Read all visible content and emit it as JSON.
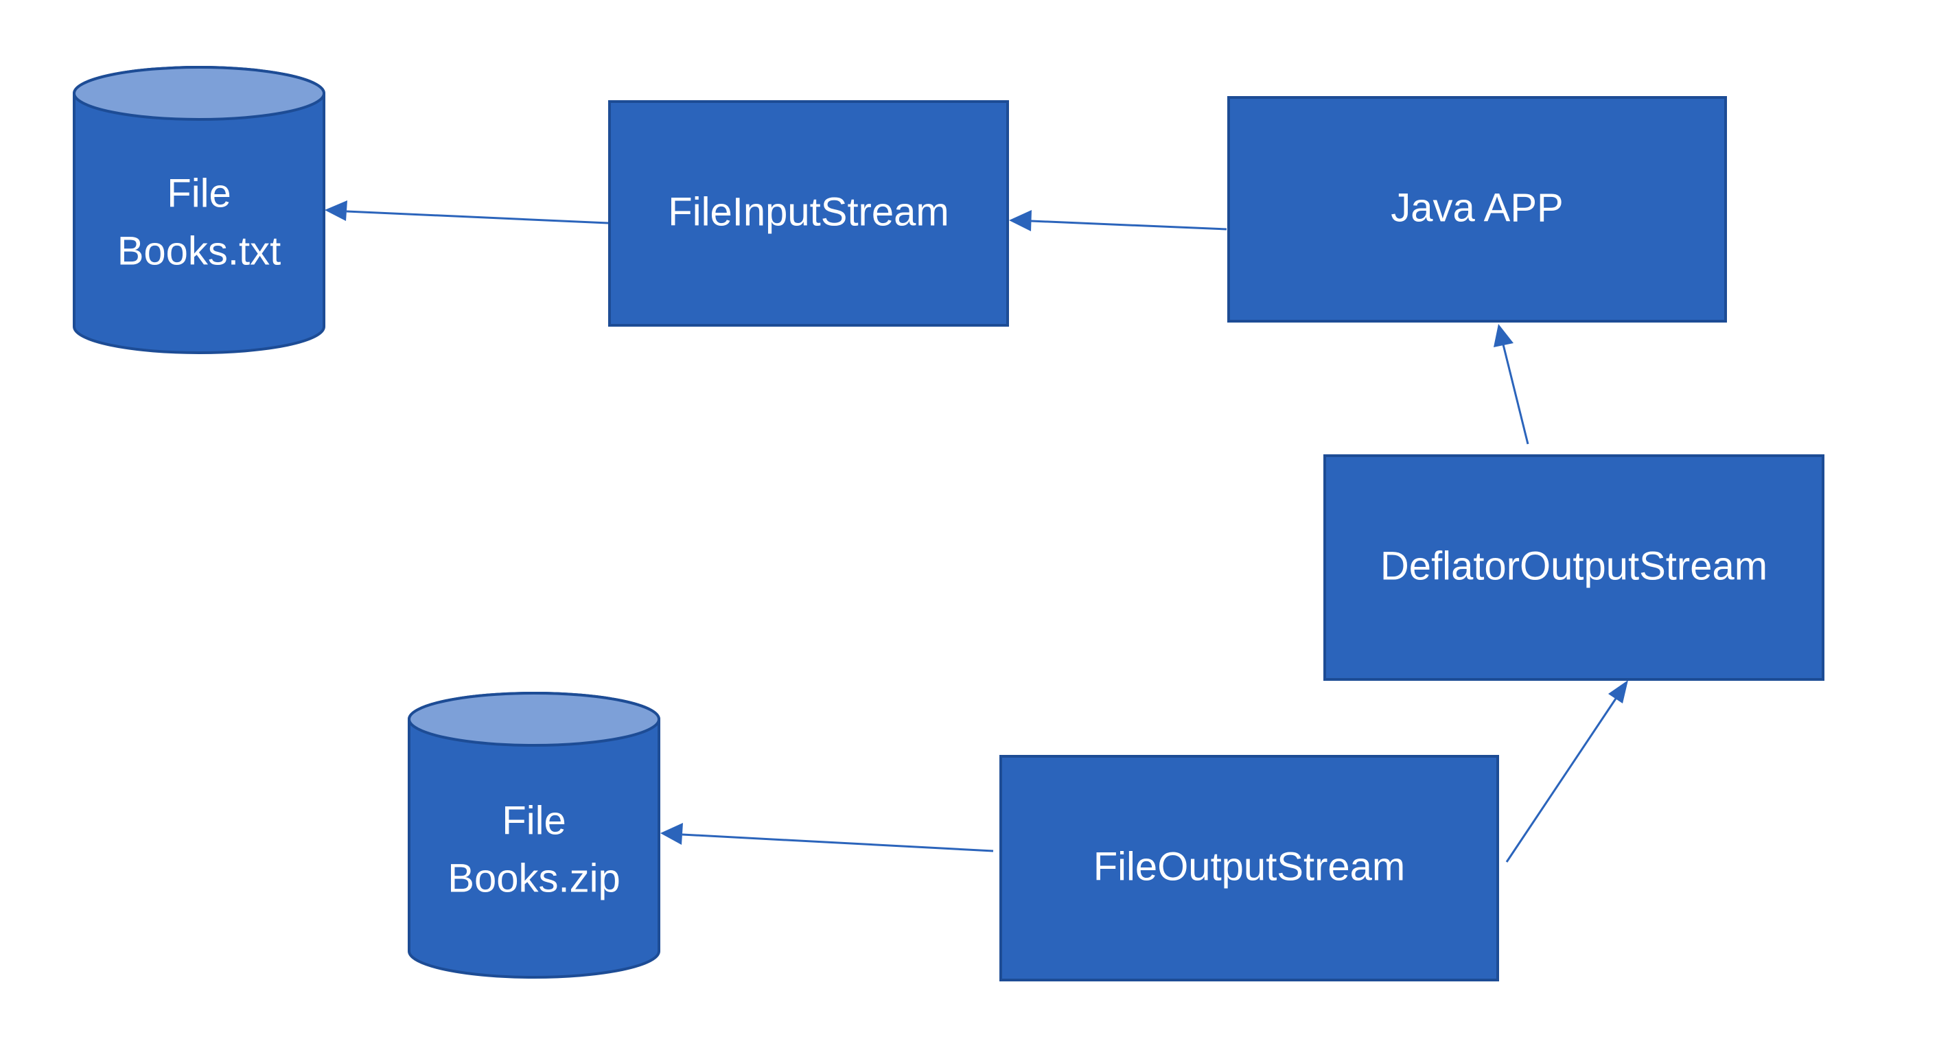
{
  "nodes": {
    "file_txt": {
      "line1": "File",
      "line2": "Books.txt"
    },
    "file_input_stream": {
      "label": "FileInputStream"
    },
    "java_app": {
      "label": "Java APP"
    },
    "deflator_output_stream": {
      "label": "DeflatorOutputStream"
    },
    "file_output_stream": {
      "label": "FileOutputStream"
    },
    "file_zip": {
      "line1": "File",
      "line2": "Books.zip"
    }
  },
  "colors": {
    "box_fill": "#2b64bb",
    "box_border": "#1d4c95",
    "cylinder_top": "#7da0d8",
    "arrow": "#2b64bb",
    "text": "#ffffff"
  },
  "edges": [
    {
      "from": "file_input_stream",
      "to": "file_txt"
    },
    {
      "from": "java_app",
      "to": "file_input_stream"
    },
    {
      "from": "deflator_output_stream",
      "to": "java_app"
    },
    {
      "from": "file_output_stream",
      "to": "deflator_output_stream"
    },
    {
      "from": "file_output_stream",
      "to": "file_zip"
    }
  ]
}
